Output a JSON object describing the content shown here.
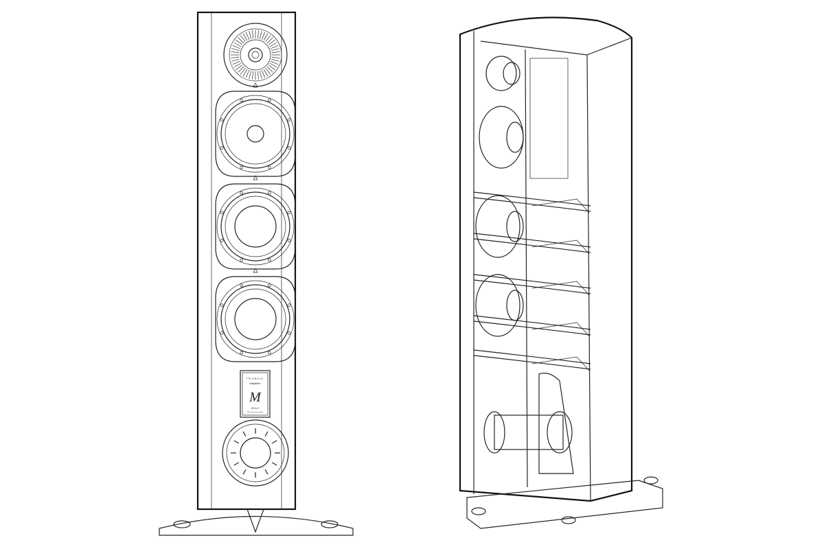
{
  "figure": {
    "left_view": "front",
    "right_view": "cutaway",
    "badge": {
      "brand": "TRIANGLE",
      "script": "Magellan",
      "monogram": "M",
      "model": "CELLO",
      "edition": "40th anniversary edition"
    }
  }
}
